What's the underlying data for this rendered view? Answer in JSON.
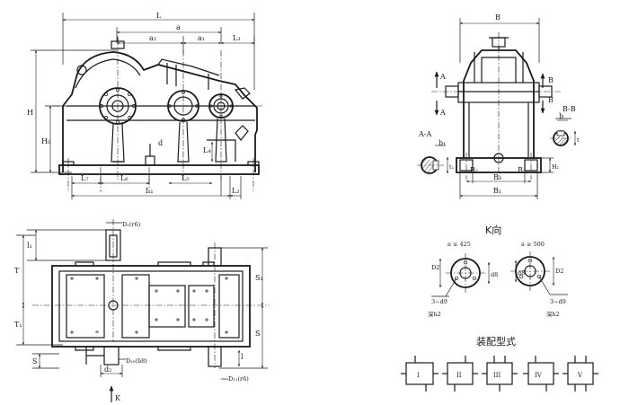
{
  "front_view": {
    "labels": {
      "L": "L",
      "a": "a",
      "a2": "a₂",
      "a1": "a₁",
      "L3": "L₃",
      "H": "H",
      "H0": "H₀",
      "d": "d",
      "L4": "L₄",
      "L7": "L₇",
      "L6": "L₆",
      "L5": "L₅",
      "L1": "L₁",
      "L2": "L₂"
    }
  },
  "side_view": {
    "labels": {
      "B": "B",
      "A_top": "A",
      "A_bottom": "A",
      "B_top": "B",
      "B_bottom": "B",
      "BB": "B-B",
      "b": "b",
      "t": "t",
      "AA": "A-A",
      "b1": "b₁",
      "t1": "t₁",
      "H1": "H₁",
      "B2": "B₂",
      "B3": "B₃",
      "B1": "B₁"
    }
  },
  "plan_view": {
    "labels": {
      "D1": "D₁(r6)",
      "l1": "l₁",
      "T": "T",
      "S1": "S₁",
      "T1": "T₁",
      "S": "S",
      "s": "S",
      "D2": "D₂₀(h8)",
      "d2": "d₂",
      "l": "l",
      "D11": "D₁₁(r6)",
      "K": "K"
    }
  },
  "k_view": {
    "title": "K向",
    "left": {
      "cond": "a ≤ 425",
      "D2": "D2",
      "d8": "d8",
      "hole": "3~d9",
      "depth": "深h2"
    },
    "right": {
      "cond": "a ≥ 500",
      "D2": "D2",
      "d8": "d8",
      "hole": "3~d9",
      "depth": "深h2"
    }
  },
  "assembly": {
    "title": "装配型式",
    "types": [
      "I",
      "II",
      "III",
      "IV",
      "V"
    ]
  }
}
